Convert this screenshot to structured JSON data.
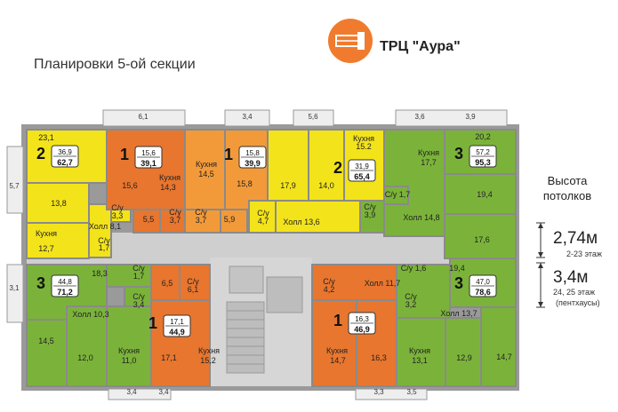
{
  "title": "Планировки 5-ой секции",
  "logo": {
    "text": "ТРЦ \"Аура\"",
    "accent": "#f07b2e"
  },
  "ceiling": {
    "title_line1": "Высота",
    "title_line2": "потолков",
    "h1": "2,74м",
    "h1_floors": "2-23 этаж",
    "h2": "3,4м",
    "h2_floors_line1": "24, 25 этаж",
    "h2_floors_line2": "(пентхаусы)"
  },
  "colors": {
    "yellow": "#f3e31a",
    "orange": "#e8762f",
    "lightorange": "#f29a3a",
    "green": "#7bb33a",
    "corridor": "#cfcfcf",
    "wall": "#8a8a8a"
  },
  "dimensions": [
    "6,1",
    "3,4",
    "5,6",
    "3,6",
    "3,9",
    "5,7",
    "3,1",
    "3,4",
    "3,4",
    "3,3",
    "3,5"
  ],
  "apartments": [
    {
      "id": "a1",
      "rooms": "2",
      "living": "36,9",
      "total": "62,7"
    },
    {
      "id": "a2",
      "rooms": "1",
      "living": "15,6",
      "total": "39,1"
    },
    {
      "id": "a3",
      "rooms": "1",
      "living": "15,8",
      "total": "39,9"
    },
    {
      "id": "a4",
      "rooms": "2",
      "living": "31,9",
      "total": "65,4"
    },
    {
      "id": "a5",
      "rooms": "3",
      "living": "57,2",
      "total": "95,3"
    },
    {
      "id": "a6",
      "rooms": "3",
      "living": "44,8",
      "total": "71,2"
    },
    {
      "id": "a7",
      "rooms": "1",
      "living": "17,1",
      "total": "44,9"
    },
    {
      "id": "a8",
      "rooms": "1",
      "living": "16,3",
      "total": "46,9"
    },
    {
      "id": "a9",
      "rooms": "3",
      "living": "47,0",
      "total": "78,6"
    }
  ],
  "labels": [
    "23,1",
    "13,8",
    "Кухня",
    "12,7",
    "Холл 8,1",
    "С/у",
    "3,3",
    "С/у",
    "1,7",
    "15,6",
    "Кухня",
    "14,3",
    "5,5",
    "С/у",
    "3,7",
    "Кухня",
    "14,5",
    "С/у",
    "3,7",
    "5,9",
    "15,8",
    "17,9",
    "С/у",
    "4,7",
    "14,0",
    "Кухня",
    "15.2",
    "Холл 13,6",
    "С/у",
    "3,9",
    "С/у 1,7",
    "Кухня",
    "17,7",
    "20,2",
    "19,4",
    "Холл 14,8",
    "17,6",
    "18,3",
    "С/у",
    "1,7",
    "С/у",
    "3,4",
    "Холл 10,3",
    "14,5",
    "12,0",
    "Кухня",
    "11,0",
    "6,5",
    "С/у",
    "6,1",
    "17,1",
    "Кухня",
    "15,2",
    "С/у",
    "4,2",
    "Холл 11,7",
    "Кухня",
    "14,7",
    "16,3",
    "С/у 1,6",
    "С/у",
    "3,2",
    "19,4",
    "Холл 13,7",
    "Кухня",
    "13,1",
    "12,9",
    "14,7"
  ]
}
